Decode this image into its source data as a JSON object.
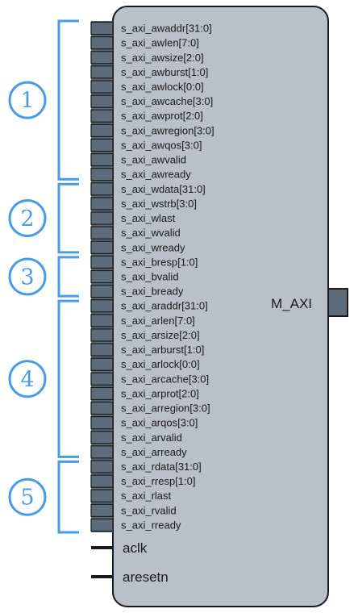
{
  "block": {
    "master_label": "M_AXI",
    "clock_label": "aclk",
    "reset_label": "aresetn"
  },
  "groups": [
    {
      "number": "1",
      "ports": [
        "s_axi_awaddr[31:0]",
        "s_axi_awlen[7:0]",
        "s_axi_awsize[2:0]",
        "s_axi_awburst[1:0]",
        "s_axi_awlock[0:0]",
        "s_axi_awcache[3:0]",
        "s_axi_awprot[2:0]",
        "s_axi_awregion[3:0]",
        "s_axi_awqos[3:0]",
        "s_axi_awvalid",
        "s_axi_awready"
      ]
    },
    {
      "number": "2",
      "ports": [
        "s_axi_wdata[31:0]",
        "s_axi_wstrb[3:0]",
        "s_axi_wlast",
        "s_axi_wvalid",
        "s_axi_wready"
      ]
    },
    {
      "number": "3",
      "ports": [
        "s_axi_bresp[1:0]",
        "s_axi_bvalid",
        "s_axi_bready"
      ]
    },
    {
      "number": "4",
      "ports": [
        "s_axi_araddr[31:0]",
        "s_axi_arlen[7:0]",
        "s_axi_arsize[2:0]",
        "s_axi_arburst[1:0]",
        "s_axi_arlock[0:0]",
        "s_axi_arcache[3:0]",
        "s_axi_arprot[2:0]",
        "s_axi_arregion[3:0]",
        "s_axi_arqos[3:0]",
        "s_axi_arvalid",
        "s_axi_arready"
      ]
    },
    {
      "number": "5",
      "ports": [
        "s_axi_rdata[31:0]",
        "s_axi_rresp[1:0]",
        "s_axi_rlast",
        "s_axi_rvalid",
        "s_axi_rready"
      ]
    }
  ],
  "colors": {
    "block_fill": "#b8c0ca",
    "block_stroke": "#1a1a1a",
    "bus_bar": "#5d6c78",
    "bus_divider": "#1a1a1a",
    "bracket": "#4a9be8",
    "port_stub": "#1a1a1a"
  }
}
